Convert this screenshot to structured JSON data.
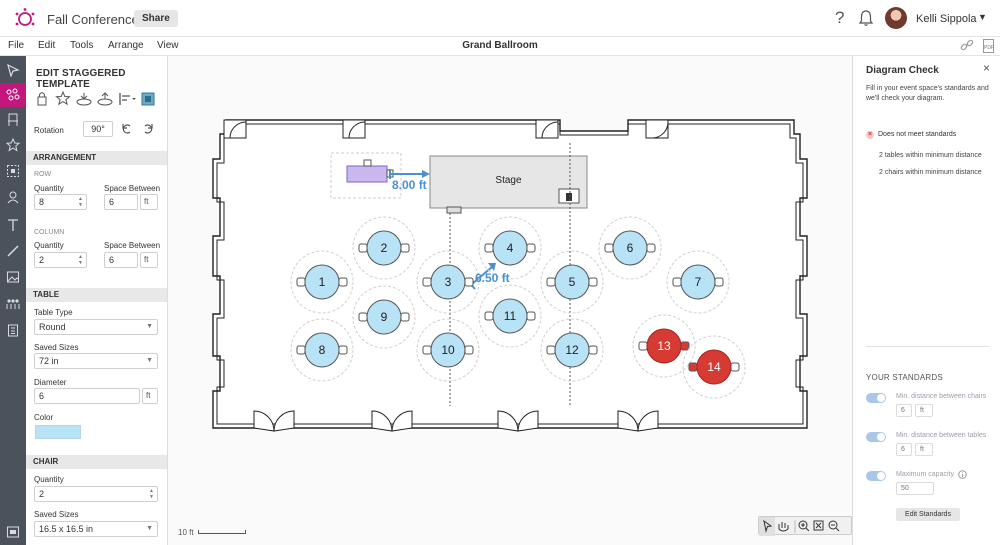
{
  "app": {
    "title": "Fall Conference",
    "share_label": "Share",
    "help_glyph": "?",
    "user_name": "Kelli Sippola",
    "user_caret": "▼",
    "accent": "#c2177c"
  },
  "menu": {
    "items": [
      "File",
      "Edit",
      "Tools",
      "Arrange",
      "View"
    ],
    "doc_title": "Grand Ballroom",
    "pdf_label": "PDF"
  },
  "panel": {
    "title": "EDIT STAGGERED TEMPLATE",
    "rotation_label": "Rotation",
    "rotation_value": "90°",
    "arrangement": {
      "header": "ARRANGEMENT",
      "row_label": "ROW",
      "row_quantity_label": "Quantity",
      "row_quantity": "8",
      "row_space_label": "Space Between",
      "row_space": "6",
      "row_space_unit": "ft",
      "column_label": "COLUMN",
      "col_quantity_label": "Quantity",
      "col_quantity": "2",
      "col_space_label": "Space Between",
      "col_space": "6",
      "col_space_unit": "ft"
    },
    "table": {
      "header": "TABLE",
      "type_label": "Table Type",
      "type_value": "Round",
      "saved_label": "Saved Sizes",
      "saved_value": "72 in",
      "diameter_label": "Diameter",
      "diameter_value": "6",
      "diameter_unit": "ft",
      "color_label": "Color",
      "color": "#b8e2f6"
    },
    "chair": {
      "header": "CHAIR",
      "quantity_label": "Quantity",
      "quantity": "2",
      "saved_label": "Saved Sizes",
      "saved_value": "16.5 x 16.5 in"
    }
  },
  "canvas": {
    "stage_label": "Stage",
    "dim_horizontal": "8.00 ft",
    "dim_diagonal": "6.50 ft",
    "scale_label": "10 ft",
    "table_color": "#b8e2f6",
    "error_color": "#d63b33",
    "tables": [
      {
        "label": "1",
        "status": "ok"
      },
      {
        "label": "2",
        "status": "ok"
      },
      {
        "label": "3",
        "status": "ok"
      },
      {
        "label": "4",
        "status": "ok"
      },
      {
        "label": "5",
        "status": "ok"
      },
      {
        "label": "6",
        "status": "ok"
      },
      {
        "label": "7",
        "status": "ok"
      },
      {
        "label": "8",
        "status": "ok"
      },
      {
        "label": "9",
        "status": "ok"
      },
      {
        "label": "10",
        "status": "ok"
      },
      {
        "label": "11",
        "status": "ok"
      },
      {
        "label": "12",
        "status": "ok"
      },
      {
        "label": "13",
        "status": "error"
      },
      {
        "label": "14",
        "status": "error"
      }
    ]
  },
  "check": {
    "title": "Diagram Check",
    "close_glyph": "×",
    "description": "Fill in your event space's standards and we'll check your diagram.",
    "error_glyph": "×",
    "status": "Does not meet standards",
    "issues": [
      "2 tables within minimum distance",
      "2 chairs within minimum distance"
    ],
    "standards_header": "YOUR STANDARDS",
    "standards": [
      {
        "label": "Min. distance between chairs",
        "value": "6",
        "unit": "ft"
      },
      {
        "label": "Min. distance between tables",
        "value": "6",
        "unit": "ft"
      },
      {
        "label": "Maximum capacity",
        "value": "50"
      }
    ],
    "edit_button": "Edit Standards"
  }
}
